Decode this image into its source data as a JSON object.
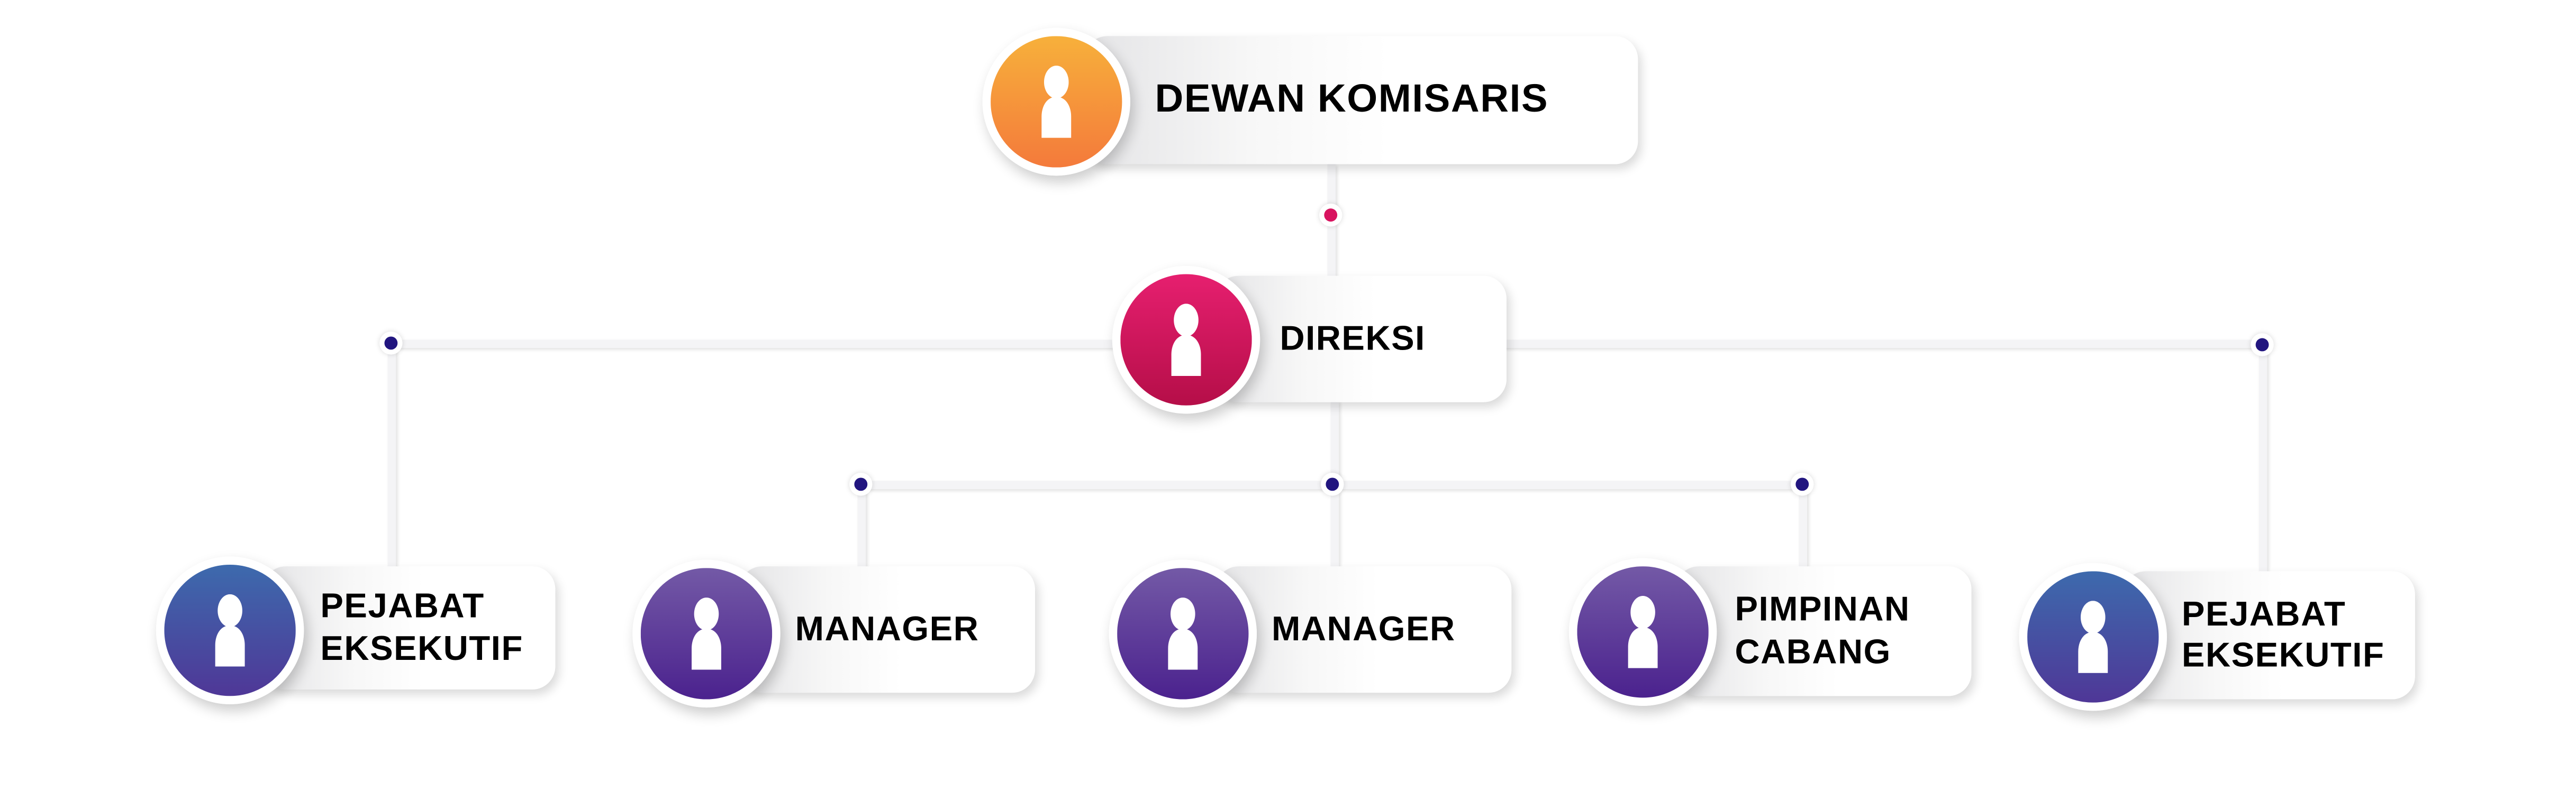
{
  "title_node": {
    "label": "DEWAN KOMISARIS",
    "color_top": "#f7b03b",
    "color_bottom": "#f47a3b"
  },
  "direksi": {
    "label": "DIREKSI",
    "color_top": "#e61f6f",
    "color_bottom": "#b50e48"
  },
  "children": [
    {
      "line1": "PEJABAT",
      "line2": "EKSEKUTIF",
      "color_top": "#3d6aad",
      "color_bottom": "#4f3797"
    },
    {
      "line1": "MANAGER",
      "line2": "",
      "color_top": "#7359a6",
      "color_bottom": "#4b228e"
    },
    {
      "line1": "MANAGER",
      "line2": "",
      "color_top": "#7359a6",
      "color_bottom": "#4b228e"
    },
    {
      "line1": "PIMPINAN",
      "line2": "CABANG",
      "color_top": "#7359a6",
      "color_bottom": "#4b228e"
    },
    {
      "line1": "PEJABAT",
      "line2": "EKSEKUTIF",
      "color_top": "#3d6aad",
      "color_bottom": "#4f3797"
    }
  ],
  "colors": {
    "connector_dot": "#21157f",
    "top_dot": "#d8135f"
  }
}
